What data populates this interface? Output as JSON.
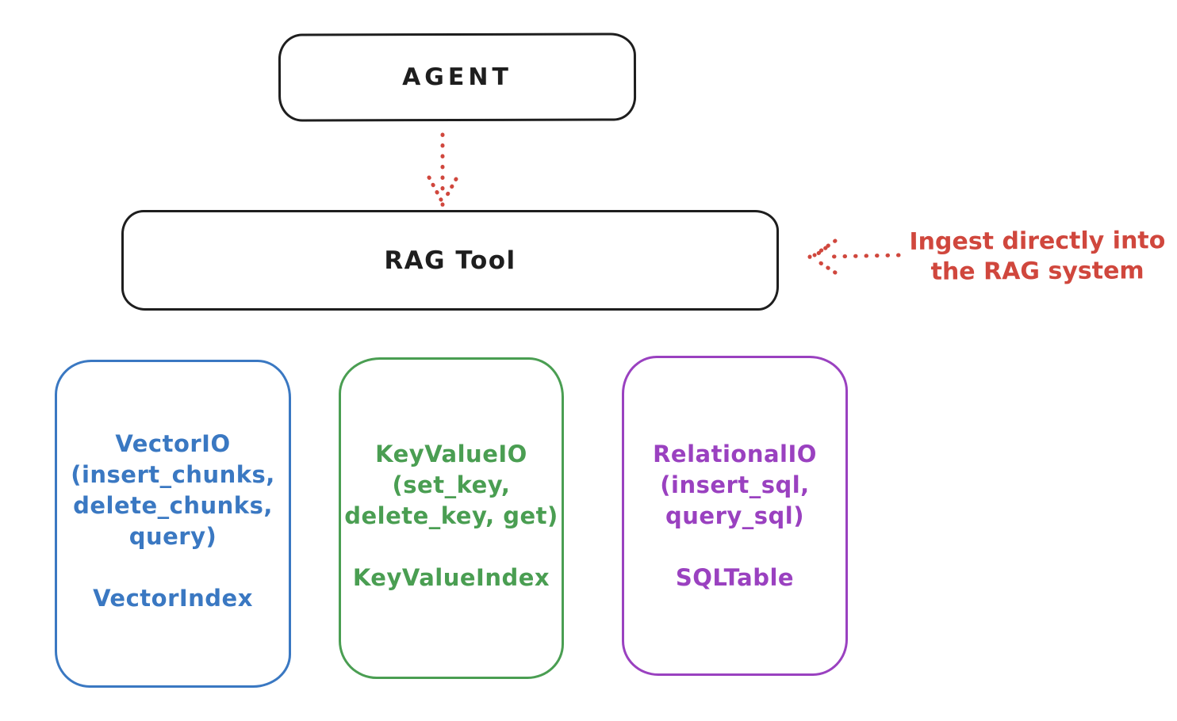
{
  "colors": {
    "bg": "#ffffff",
    "ink": "#1e1e1e",
    "red": "#d0473d",
    "blue": "#3a78c2",
    "green": "#4a9e52",
    "purple": "#9a41c0"
  },
  "nodes": {
    "agent": {
      "label": "AGENT"
    },
    "rag_tool": {
      "label": "RAG Tool"
    },
    "vector_io": {
      "lines": [
        "VectorIO",
        "(insert_chunks,",
        "delete_chunks,",
        "query)"
      ],
      "index": "VectorIndex"
    },
    "key_value_io": {
      "lines": [
        "KeyValueIO",
        "(set_key,",
        "delete_key, get)"
      ],
      "index": "KeyValueIndex"
    },
    "relational_io": {
      "lines": [
        "RelationalIO",
        "(insert_sql,",
        "query_sql)"
      ],
      "index": "SQLTable"
    }
  },
  "annotation": {
    "lines": [
      "Ingest directly into",
      "the RAG system"
    ]
  }
}
